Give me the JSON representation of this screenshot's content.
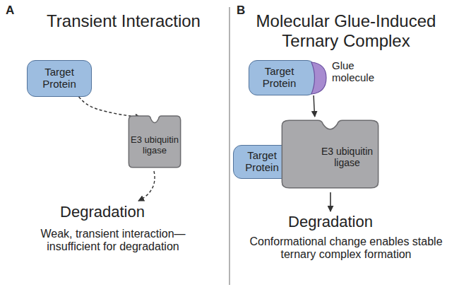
{
  "diagram": {
    "nodes": [
      {
        "text": [
          "Target Protein"
        ]
      },
      {
        "text": [
          "E3 ubiquitin ligase"
        ]
      },
      {
        "text": [
          "Target Protein"
        ]
      },
      {
        "text": [
          "E3 ubiquitin ligase"
        ]
      },
      {
        "text": [
          "Target Protein"
        ]
      }
    ],
    "edges": [
      {
        "from": 0,
        "to": 1,
        "arrow": "to"
      },
      {
        "from": 2,
        "to": 3,
        "arrow": "to"
      }
    ],
    "labels": [
      "A",
      "Transient Interaction",
      "Degradation",
      "Weak, transient interaction— insufficient for degradation",
      "B",
      "Molecular Glue-Induced Ternary Complex",
      "Glue molecule",
      "Degradation",
      "Conformational change enables stable ternary complex formation"
    ]
  }
}
